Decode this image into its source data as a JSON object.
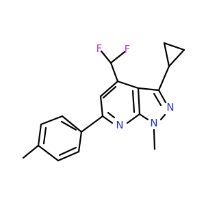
{
  "molecule": {
    "atoms": {
      "F1": {
        "label": "F",
        "color": "#cc33cc"
      },
      "F2": {
        "label": "F",
        "color": "#cc33cc"
      },
      "N_pyridine": {
        "label": "N",
        "color": "#2233dd"
      },
      "N1": {
        "label": "N",
        "color": "#2233dd"
      },
      "N2": {
        "label": "N",
        "color": "#2233dd"
      }
    },
    "bond_color": "#000000"
  }
}
